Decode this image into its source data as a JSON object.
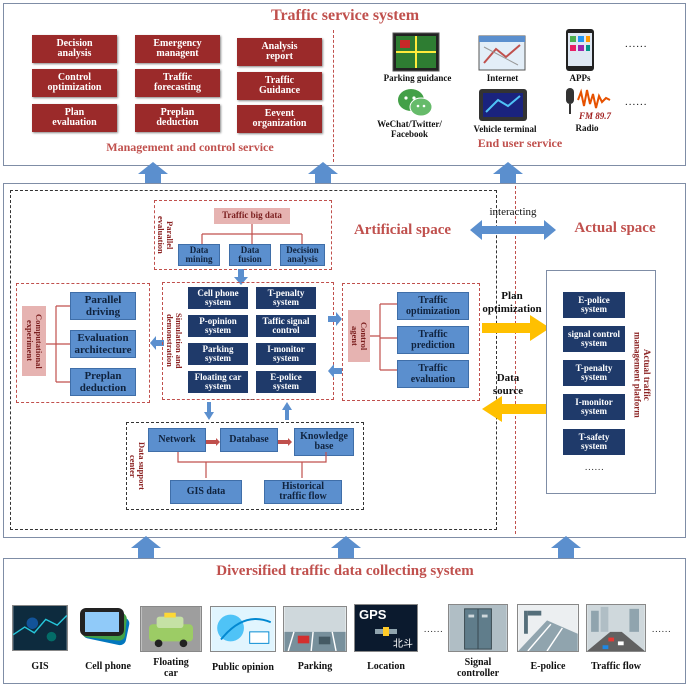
{
  "top": {
    "title": "Traffic service system",
    "management": {
      "caption": "Management and control service",
      "boxes": [
        "Decision\nanalysis",
        "Emergency\nmanagent",
        "Analysis\nreport",
        "Control\noptimization",
        "Traffic\nforecasting",
        "Traffic\nGuidance",
        "Plan\nevaluation",
        "Preplan\ndeduction",
        "Eevent\norganization"
      ]
    },
    "enduser": {
      "caption": "End user service",
      "items": [
        "Parking guidance",
        "Internet",
        "APPs",
        "WeChat/Twitter/\nFacebook",
        "Vehicle terminal",
        "Radio"
      ],
      "dots": "......",
      "radio_text": "FM 89.7"
    }
  },
  "middle": {
    "artificial_space": "Artificial space",
    "actual_space": "Actual space",
    "interacting": "interacting",
    "plan_optimization": "Plan\noptimization",
    "data_source": "Data\nsource",
    "parallel_evaluation": {
      "label": "Parallel\nevaluation",
      "big_data": "Traffic big data",
      "items": [
        "Data\nmining",
        "Data\nfusion",
        "Decision\nanalysis"
      ]
    },
    "computational": {
      "label": "Computational\nexperiment",
      "items": [
        "Parallel\ndriving",
        "Evaluation\narchitecture",
        "Preplan\ndeduction"
      ]
    },
    "simulation": {
      "label": "Simulation and\ndemonstration",
      "items": [
        "Cell phone\nsystem",
        "T-penalty\nsystem",
        "P-opinion\nsystem",
        "Taffic signal\ncontrol",
        "Parking\nsystem",
        "I-monitor\nsystem",
        "Floating car\nsystem",
        "E-police\nsystem"
      ],
      "dots": "......"
    },
    "control_agent": {
      "label": "Control\nagent",
      "items": [
        "Traffic\noptimization",
        "Traffic\nprediction",
        "Traffic\nevaluation"
      ]
    },
    "data_support": {
      "label": "Data support\ncenter",
      "items": [
        "Network",
        "Database",
        "Knowledge\nbase",
        "GIS data",
        "Historical\ntraffic flow"
      ]
    },
    "actual_platform": {
      "label": "Actual traffic\nmanagement platform",
      "items": [
        "E-police\nsystem",
        "signal control\nsystem",
        "T-penalty\nsystem",
        "I-monitor\nsystem",
        "T-safety\nsystem"
      ],
      "dots": "......"
    }
  },
  "bottom": {
    "title": "Diversified traffic data collecting system",
    "items": [
      "GIS",
      "Cell phone",
      "Floating\ncar",
      "Public opinion",
      "Parking",
      "Location",
      "Signal\ncontroller",
      "E-police",
      "Traffic flow"
    ],
    "dots": "......",
    "gps_text": "GPS",
    "beidou_text": "北斗"
  }
}
